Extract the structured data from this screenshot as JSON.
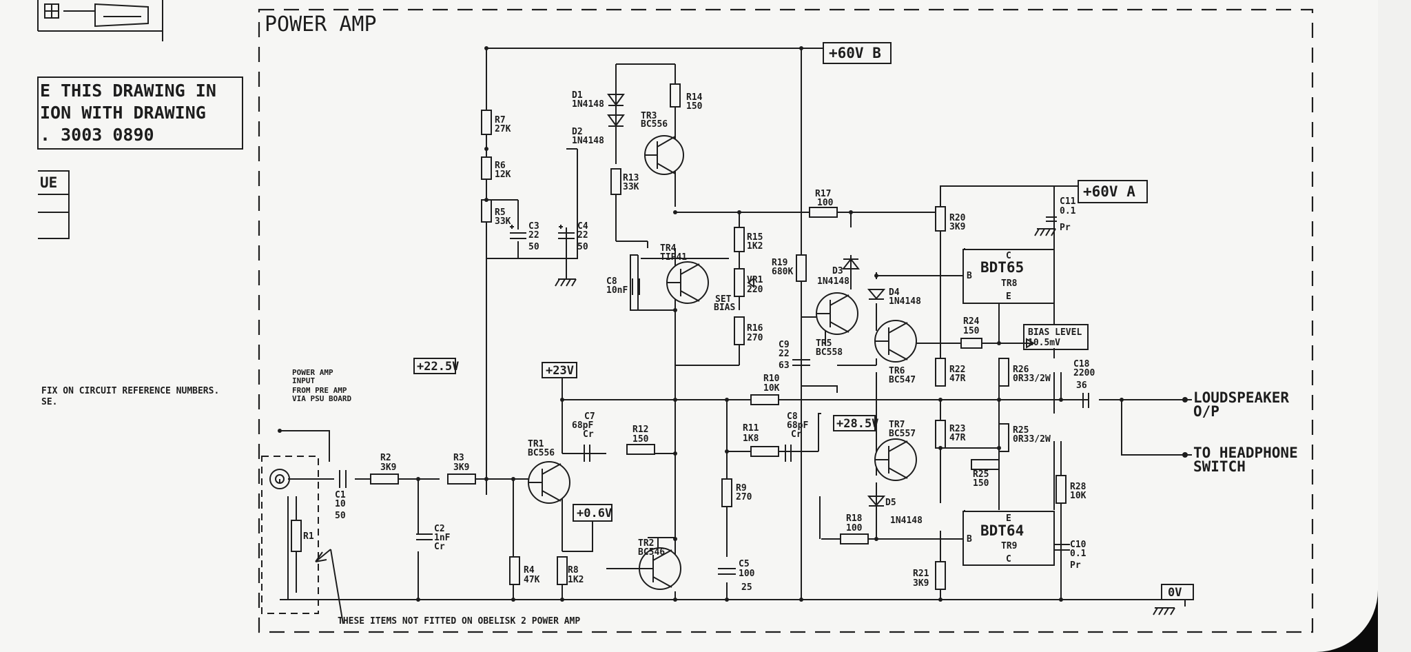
{
  "title": "POWER AMP",
  "note_top_left": [
    "E THIS DRAWING IN",
    "ION WITH DRAWING",
    ". 3003 0890"
  ],
  "table_header": "UE",
  "footnote": [
    "FIX ON CIRCUIT REFERENCE NUMBERS.",
    "SE."
  ],
  "rails": {
    "plus60b": "+60V B",
    "plus60a": "+60V A",
    "plus22_5": "+22.5V",
    "plus23": "+23V",
    "plus0_6": "+0.6V",
    "plus28_5": "+28.5V",
    "zero": "0V"
  },
  "bias_level": [
    "BIAS LEVEL",
    "10.5mV"
  ],
  "input_label": [
    "POWER AMP",
    "INPUT",
    "FROM PRE AMP",
    "VIA PSU BOARD"
  ],
  "output_loudspeaker": [
    "LOUDSPEAKER",
    "O/P"
  ],
  "output_headphone": [
    "TO HEADPHONE",
    "SWITCH"
  ],
  "not_fitted_note": "THESE ITEMS NOT FITTED ON OBELISK 2 POWER AMP",
  "components": {
    "R1": [
      "R1"
    ],
    "R2": [
      "R2",
      "3K9"
    ],
    "R3": [
      "R3",
      "3K9"
    ],
    "R4": [
      "R4",
      "47K"
    ],
    "R5": [
      "R5",
      "33K"
    ],
    "R6": [
      "R6",
      "12K"
    ],
    "R7": [
      "R7",
      "27K"
    ],
    "R8": [
      "R8",
      "1K2"
    ],
    "R9": [
      "R9",
      "270"
    ],
    "R10": [
      "R10",
      "10K"
    ],
    "R11": [
      "R11",
      "1K8"
    ],
    "R12": [
      "R12",
      "150"
    ],
    "R13": [
      "R13",
      "33K"
    ],
    "R14": [
      "R14",
      "150"
    ],
    "R15": [
      "R15",
      "1K2"
    ],
    "R16": [
      "R16",
      "270"
    ],
    "R17": [
      "R17",
      "100"
    ],
    "R18": [
      "R18",
      "100"
    ],
    "R19": [
      "R19",
      "680K"
    ],
    "R20": [
      "R20",
      "3K9"
    ],
    "R21": [
      "R21",
      "3K9"
    ],
    "R22": [
      "R22",
      "47R"
    ],
    "R23": [
      "R23",
      "47R"
    ],
    "R24": [
      "R24",
      "150"
    ],
    "R25a": [
      "R25",
      "150"
    ],
    "R25b": [
      "R25",
      "0R33/2W"
    ],
    "R26": [
      "R26",
      "0R33/2W"
    ],
    "R28": [
      "R28",
      "10K"
    ],
    "VR1": [
      "VR1",
      "220"
    ],
    "C1": [
      "C1",
      "10",
      "50"
    ],
    "C2": [
      "C2",
      "1nF",
      "Cr"
    ],
    "C3": [
      "C3",
      "22",
      "50"
    ],
    "C4": [
      "C4",
      "22",
      "50"
    ],
    "C5": [
      "C5",
      "100",
      "25"
    ],
    "C7": [
      "C7",
      "68pF",
      "Cr"
    ],
    "C8a": [
      "C8",
      "10nF"
    ],
    "C8b": [
      "C8",
      "68pF",
      "Cr"
    ],
    "C9": [
      "C9",
      "22",
      "63"
    ],
    "C10": [
      "C10",
      "0.1",
      "Pr"
    ],
    "C11": [
      "C11",
      "0.1",
      "Pr"
    ],
    "C18": [
      "C18",
      "2200",
      "36"
    ],
    "D1": [
      "D1",
      "1N4148"
    ],
    "D2": [
      "D2",
      "1N4148"
    ],
    "D3": [
      "D3",
      "1N4148"
    ],
    "D4": [
      "D4",
      "1N4148"
    ],
    "D5": [
      "D5",
      "1N4148"
    ],
    "TR1": [
      "TR1",
      "BC556"
    ],
    "TR2": [
      "TR2",
      "BC546"
    ],
    "TR3": [
      "TR3",
      "BC556"
    ],
    "TR4": [
      "TR4",
      "TIP41"
    ],
    "TR5": [
      "TR5",
      "BC558"
    ],
    "TR6": [
      "TR6",
      "BC547"
    ],
    "TR7": [
      "TR7",
      "BC557"
    ],
    "TR8": [
      "C",
      "BDT65",
      "TR8",
      "E",
      "B"
    ],
    "TR9": [
      "E",
      "BDT64",
      "TR9",
      "C",
      "B"
    ],
    "SET_BIAS": [
      "SET",
      "BIAS"
    ]
  }
}
